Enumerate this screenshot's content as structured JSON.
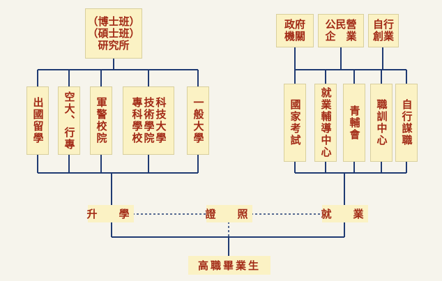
{
  "colors": {
    "background": "#f6f4ec",
    "box_fill": "#fbf2c4",
    "box_border": "#d8cf9c",
    "text": "#a22a16",
    "line": "#1f3a72"
  },
  "top_left": {
    "label": "（博士班）\n（碩士班）\n研究所"
  },
  "top_right": [
    {
      "label": "政府\n機關"
    },
    {
      "label": "公民營\n企　業"
    },
    {
      "label": "自行\n創業"
    }
  ],
  "left_options": [
    {
      "label": "出國留學"
    },
    {
      "label": "空大、行專"
    },
    {
      "label": "軍警校院"
    },
    {
      "label": "科技大學\n技術學院\n專科學校"
    },
    {
      "label": "一般大學"
    }
  ],
  "right_options": [
    {
      "label": "國家考試"
    },
    {
      "label": "就業輔導中心"
    },
    {
      "label": "青輔會"
    },
    {
      "label": "職訓中心"
    },
    {
      "label": "自行謀職"
    }
  ],
  "paths": {
    "further_study": "升　學",
    "certification": "證　照",
    "employment": "就　業"
  },
  "root": {
    "label": "高職畢業生"
  }
}
